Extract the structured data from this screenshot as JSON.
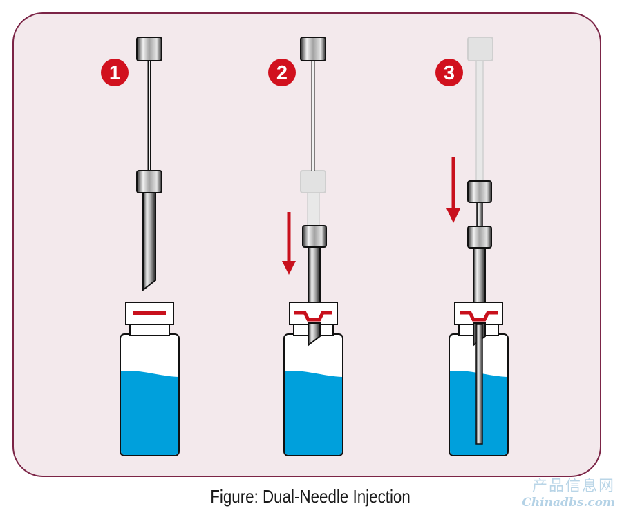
{
  "figure": {
    "caption": "Figure: Dual-Needle Injection",
    "steps": [
      {
        "number": "1",
        "description": ""
      },
      {
        "number": "2",
        "description": ""
      },
      {
        "number": "3",
        "description": ""
      }
    ]
  },
  "watermark": {
    "chinese": "产品信息网",
    "latin": "Chinadbs.com"
  },
  "colors": {
    "panel_border": "#7b2446",
    "panel_fill": "#f3e9ec",
    "badge_red": "#d1111e",
    "arrow_red": "#c8101c",
    "liquid_blue": "#00a0dc",
    "needle_grey": "#6c6c6c",
    "ghost_grey": "#d4d4d4"
  }
}
